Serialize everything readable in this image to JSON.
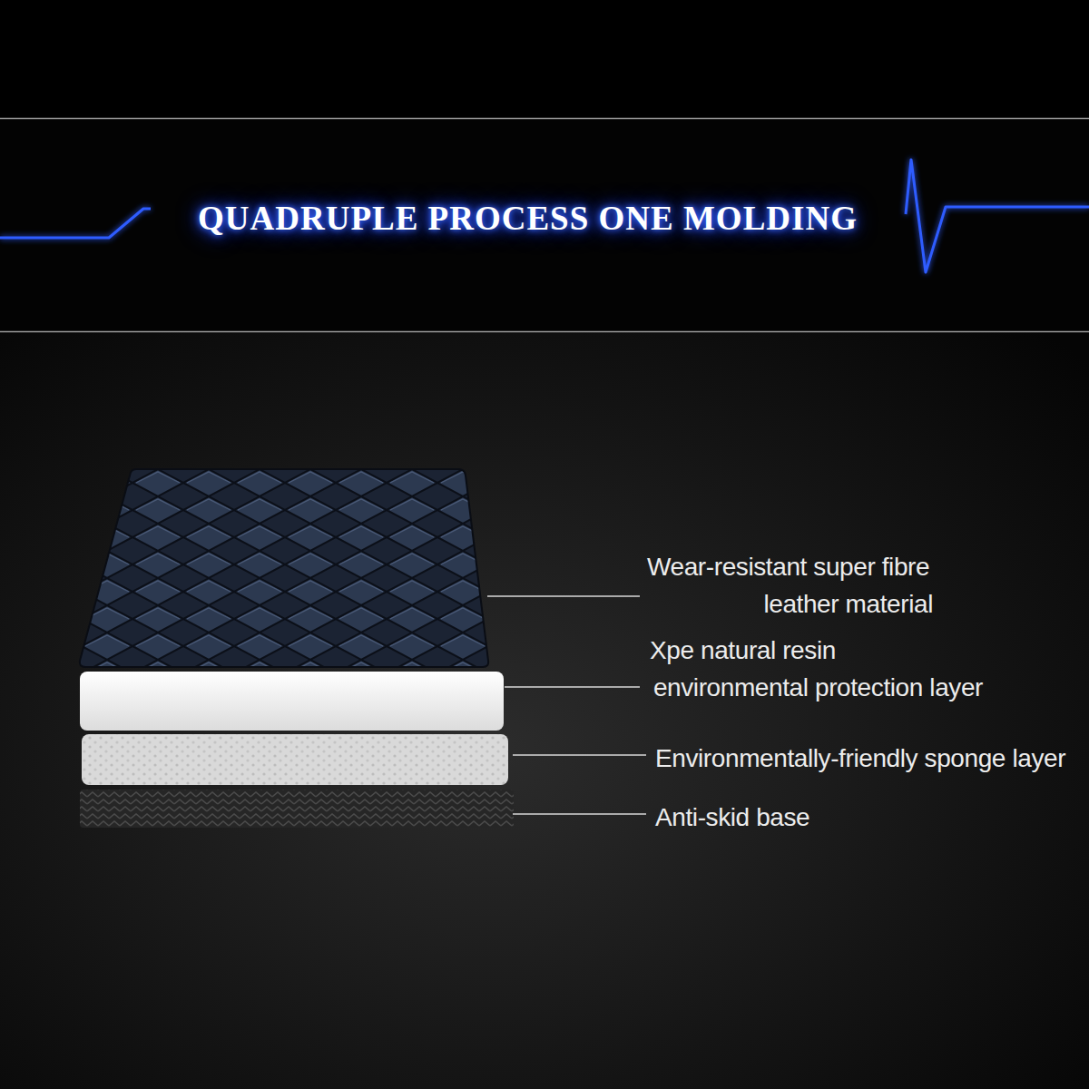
{
  "diagram": {
    "title": "QUADRUPLE PROCESS ONE MOLDING",
    "labels": [
      "Wear-resistant super fibre leather material",
      "Xpe natural resin environmental protection layer",
      "Environmentally-friendly sponge layer",
      "Anti-skid base"
    ]
  }
}
